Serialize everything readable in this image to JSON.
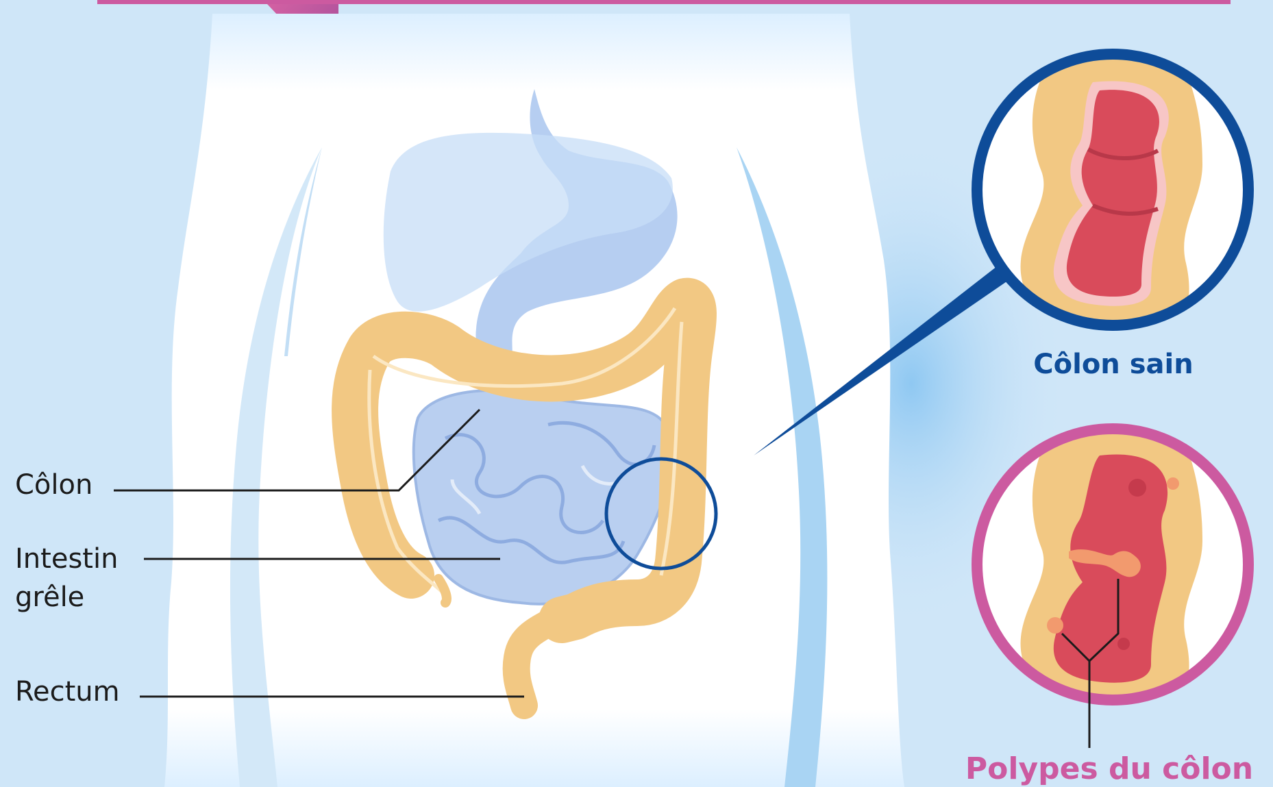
{
  "labels": {
    "colon": "Côlon",
    "small_intestine_line1": "Intestin",
    "small_intestine_line2": "grêle",
    "rectum": "Rectum"
  },
  "insets": {
    "healthy_title": "Côlon sain",
    "polyps_title": "Polypes du côlon"
  },
  "colors": {
    "background": "#cfe6f8",
    "body": "#ffffff",
    "colon": "#f2c883",
    "colon_inner": "#d94b5b",
    "intestine": "#b9cff0",
    "healthy_accent": "#0e4c99",
    "polyps_accent": "#cc5aa0"
  }
}
